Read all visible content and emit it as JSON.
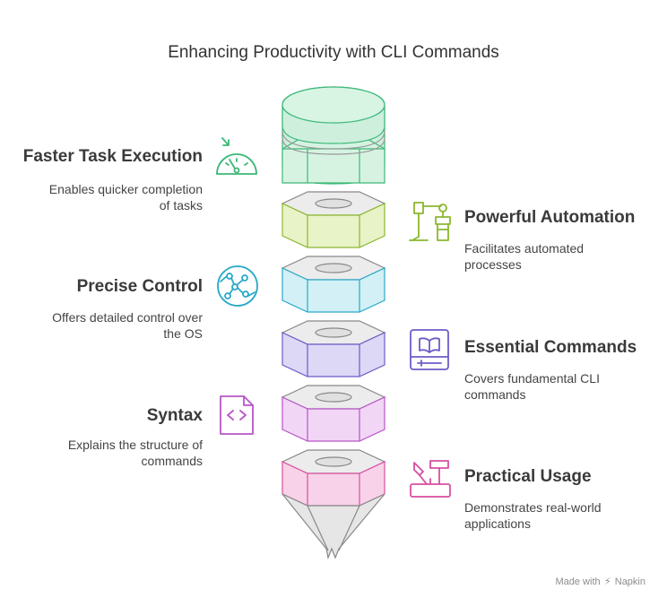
{
  "title": "Enhancing Productivity with CLI Commands",
  "items": [
    {
      "title": "Faster Task Execution",
      "desc1": "Enables quicker completion",
      "desc2": "of tasks",
      "icon": "speedometer-icon",
      "color": "#3cb878"
    },
    {
      "title": "Powerful Automation",
      "desc1": "Facilitates automated",
      "desc2": "processes",
      "icon": "robot-arm-icon",
      "color": "#8bb82e"
    },
    {
      "title": "Precise Control",
      "desc1": "Offers detailed control over",
      "desc2": "the OS",
      "icon": "network-nodes-icon",
      "color": "#29a9c8"
    },
    {
      "title": "Essential Commands",
      "desc1": "Covers fundamental CLI",
      "desc2": "commands",
      "icon": "book-icon",
      "color": "#6c5cc8"
    },
    {
      "title": "Syntax",
      "desc1": "Explains the structure of",
      "desc2": "commands",
      "icon": "code-file-icon",
      "color": "#b855c8"
    },
    {
      "title": "Practical Usage",
      "desc1": "Demonstrates real-world",
      "desc2": "applications",
      "icon": "toolbox-icon",
      "color": "#d84fa0"
    }
  ],
  "footer": {
    "made_with": "Made with",
    "brand": "Napkin"
  }
}
